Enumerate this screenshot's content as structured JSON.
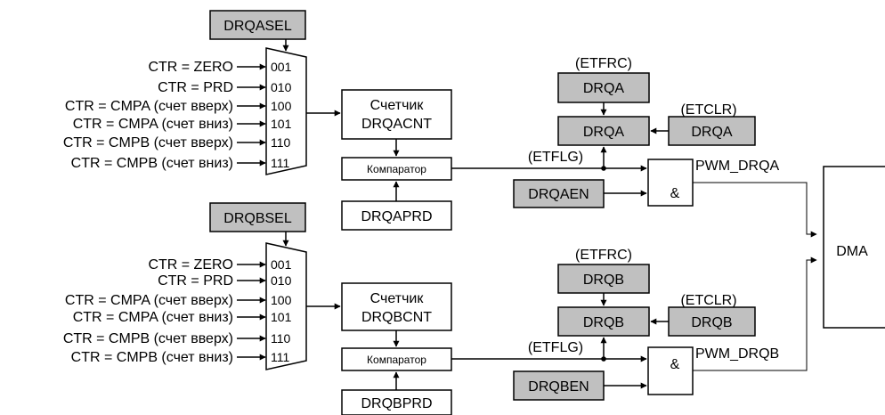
{
  "channels": [
    {
      "sel_label": "DRQASEL",
      "inputs": [
        {
          "cond": "CTR = ZERO",
          "code": "001"
        },
        {
          "cond": "CTR = PRD",
          "code": "010"
        },
        {
          "cond": "CTR = CMPA (счет вверх)",
          "code": "100"
        },
        {
          "cond": "CTR = CMPA (счет вниз)",
          "code": "101"
        },
        {
          "cond": "CTR = CMPB (счет вверх)",
          "code": "110"
        },
        {
          "cond": "CTR = CMPB (счет вниз)",
          "code": "111"
        }
      ],
      "counter_line1": "Счетчик",
      "counter_line2": "DRQACNT",
      "comparator": "Компаратор",
      "prd": "DRQAPRD",
      "etfrc_label": "(ETFRC)",
      "frc_box": "DRQA",
      "flag_box": "DRQA",
      "etclr_label": "(ETCLR)",
      "clr_box": "DRQA",
      "etflg_label": "(ETFLG)",
      "enable": "DRQAEN",
      "and_symbol": "&",
      "output": "PWM_DRQA"
    },
    {
      "sel_label": "DRQBSEL",
      "inputs": [
        {
          "cond": "CTR = ZERO",
          "code": "001"
        },
        {
          "cond": "CTR = PRD",
          "code": "010"
        },
        {
          "cond": "CTR = CMPA (счет вверх)",
          "code": "100"
        },
        {
          "cond": "CTR = CMPA (счет вниз)",
          "code": "101"
        },
        {
          "cond": "CTR = CMPB (счет вверх)",
          "code": "110"
        },
        {
          "cond": "CTR = CMPB (счет вниз)",
          "code": "111"
        }
      ],
      "counter_line1": "Счетчик",
      "counter_line2": "DRQBCNT",
      "comparator": "Компаратор",
      "prd": "DRQBPRD",
      "etfrc_label": "(ETFRC)",
      "frc_box": "DRQB",
      "flag_box": "DRQB",
      "etclr_label": "(ETCLR)",
      "clr_box": "DRQB",
      "etflg_label": "(ETFLG)",
      "enable": "DRQBEN",
      "and_symbol": "&",
      "output": "PWM_DRQB"
    }
  ],
  "dma_label": "DMA",
  "colors": {
    "shaded_box": "#c0c0c0",
    "line": "#000000",
    "background": "#ffffff"
  }
}
